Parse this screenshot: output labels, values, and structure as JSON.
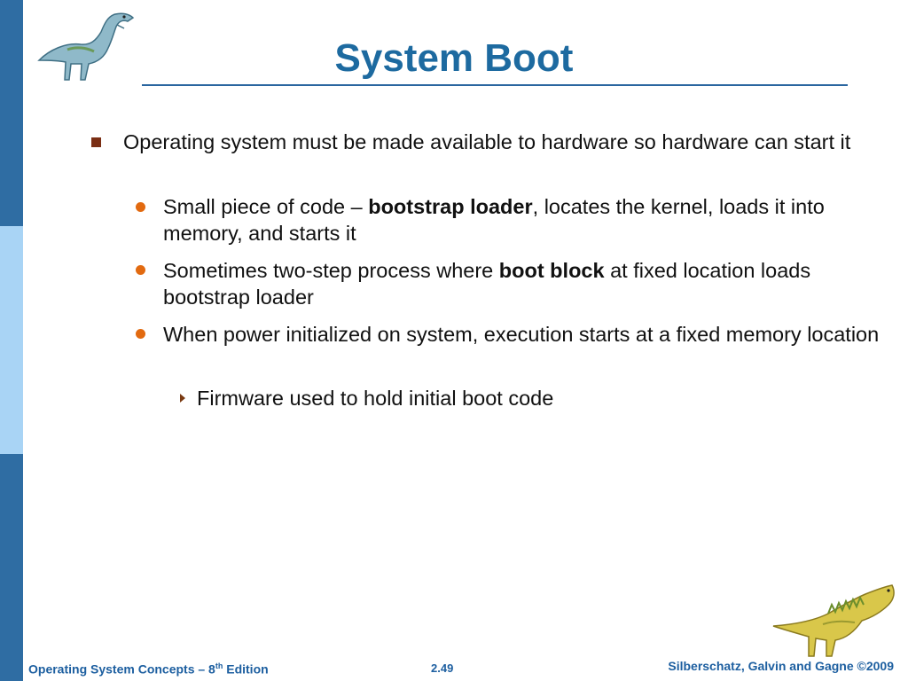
{
  "slide": {
    "title": "System Boot"
  },
  "bullets": {
    "b1": "Operating system must be made available to hardware so hardware can start it",
    "b1_1_pre": "Small piece of code – ",
    "b1_1_bold": "bootstrap loader",
    "b1_1_post": ", locates the kernel, loads it into memory, and starts it",
    "b1_2_pre": "Sometimes two-step process where ",
    "b1_2_bold": "boot block",
    "b1_2_post": " at fixed location loads bootstrap loader",
    "b1_3": "When power initialized on system, execution starts at a fixed memory location",
    "b1_3_1": "Firmware used to hold initial boot code"
  },
  "footer": {
    "book_pre": "Operating System Concepts – 8",
    "book_sup": "th",
    "book_post": " Edition",
    "page": "2.49",
    "copyright": "Silberschatz, Galvin and Gagne ©2009"
  },
  "colors": {
    "title": "#1d6aa0",
    "accent_bar_dark": "#2f6da3",
    "accent_bar_light": "#a9d4f5",
    "bullet_square": "#7a2e14",
    "bullet_dot": "#e26a10",
    "footer_text": "#1d5fa0"
  },
  "icons": {
    "top_left": "dinosaur-icon",
    "bottom_right": "dinosaur-icon"
  }
}
